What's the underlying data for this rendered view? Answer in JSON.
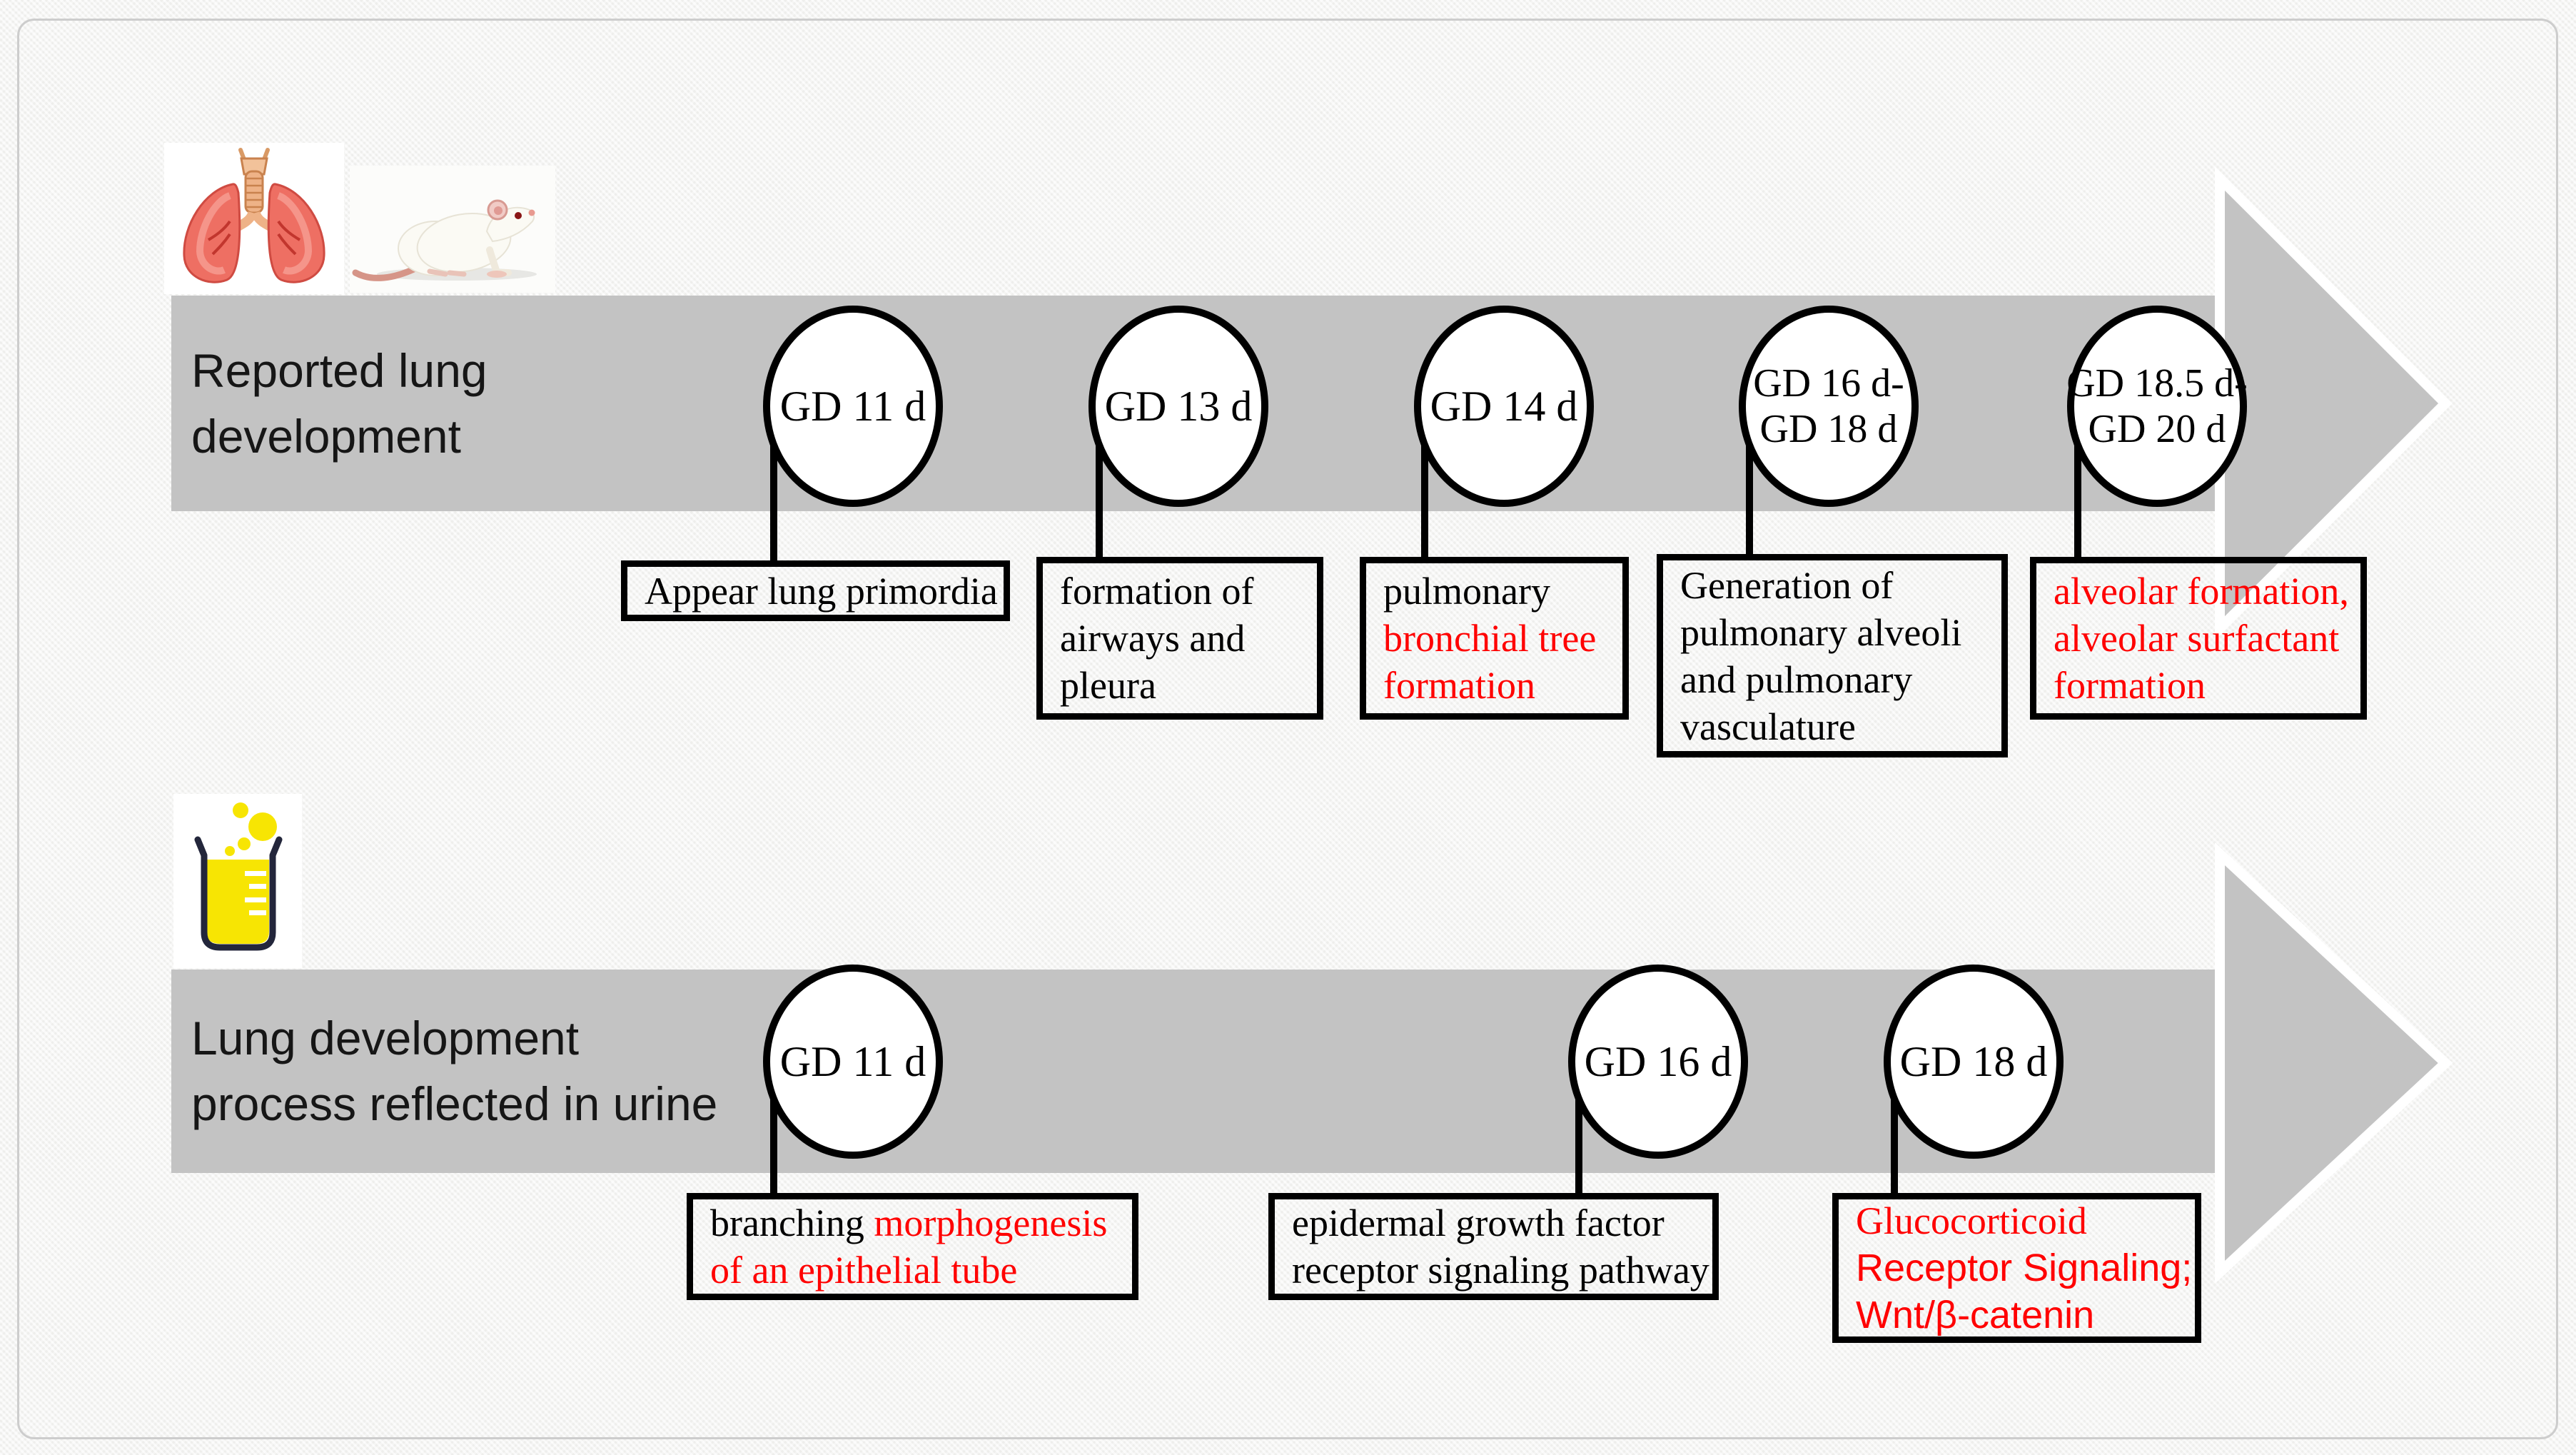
{
  "figure": {
    "background": "#f5f5f3",
    "frame_color": "#cdcdcd",
    "arrow_color": "#c3c3c3",
    "accent_red": "#ff0000",
    "text_black": "#000000"
  },
  "icons": {
    "lungs": "lungs-icon",
    "rat": "rat-icon",
    "beaker": "urine-beaker-icon"
  },
  "top_timeline": {
    "label_lines": [
      "Reported lung",
      "development"
    ],
    "milestones": [
      {
        "circle_lines": [
          "GD 11 d"
        ],
        "note_lines": [
          [
            {
              "text": "Appear lung primordia",
              "color": "black"
            }
          ]
        ]
      },
      {
        "circle_lines": [
          "GD 13 d"
        ],
        "note_lines": [
          [
            {
              "text": "formation of",
              "color": "black"
            }
          ],
          [
            {
              "text": "airways and",
              "color": "black"
            }
          ],
          [
            {
              "text": "pleura",
              "color": "black"
            }
          ]
        ]
      },
      {
        "circle_lines": [
          "GD 14 d"
        ],
        "note_lines": [
          [
            {
              "text": "pulmonary",
              "color": "black"
            }
          ],
          [
            {
              "text": "bronchial tree",
              "color": "red"
            }
          ],
          [
            {
              "text": "formation",
              "color": "red"
            }
          ]
        ]
      },
      {
        "circle_lines": [
          "GD 16 d-",
          "GD 18 d"
        ],
        "note_lines": [
          [
            {
              "text": "Generation of",
              "color": "black"
            }
          ],
          [
            {
              "text": "pulmonary alveoli",
              "color": "black"
            }
          ],
          [
            {
              "text": "and pulmonary",
              "color": "black"
            }
          ],
          [
            {
              "text": "vasculature",
              "color": "black"
            }
          ]
        ]
      },
      {
        "circle_lines": [
          "GD 18.5 d-",
          "GD 20 d"
        ],
        "note_lines": [
          [
            {
              "text": "alveolar formation,",
              "color": "red"
            }
          ],
          [
            {
              "text": "alveolar surfactant",
              "color": "red"
            }
          ],
          [
            {
              "text": "formation",
              "color": "red"
            }
          ]
        ]
      }
    ]
  },
  "bottom_timeline": {
    "label_lines": [
      "Lung development",
      "process reflected in urine"
    ],
    "milestones": [
      {
        "circle_lines": [
          "GD 11 d"
        ],
        "note_lines": [
          [
            {
              "text": "branching ",
              "color": "black"
            },
            {
              "text": "morphogenesis",
              "color": "red"
            }
          ],
          [
            {
              "text": "of an epithelial tube",
              "color": "red"
            }
          ]
        ]
      },
      {
        "circle_lines": [
          "GD 16 d"
        ],
        "note_lines": [
          [
            {
              "text": "epidermal growth factor",
              "color": "black"
            }
          ],
          [
            {
              "text": "receptor signaling pathway",
              "color": "black"
            }
          ]
        ]
      },
      {
        "circle_lines": [
          "GD 18 d"
        ],
        "note_lines": [
          [
            {
              "text": "Glucocorticoid",
              "color": "red"
            }
          ],
          [
            {
              "text": "Receptor Signaling;",
              "color": "red",
              "font": "sans"
            }
          ],
          [
            {
              "text": "Wnt/β-catenin",
              "color": "red",
              "font": "sans"
            }
          ]
        ]
      }
    ]
  }
}
